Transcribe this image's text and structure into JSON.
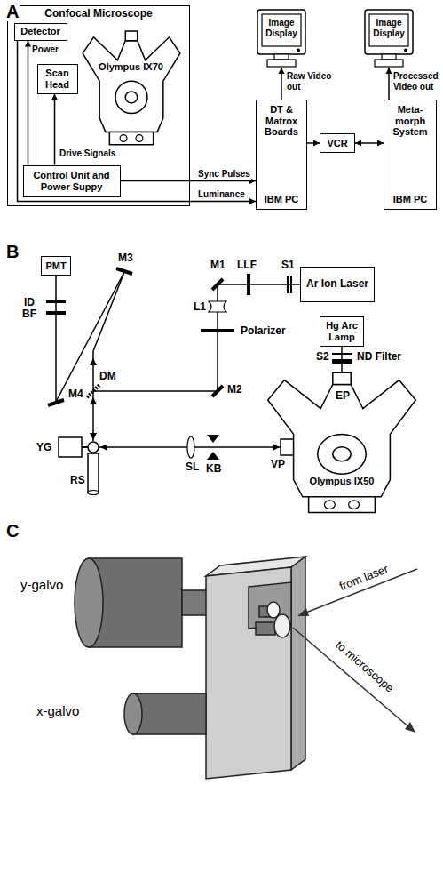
{
  "diagram": {
    "nodes": [
      {
        "text": [
          "Confocal Microscope"
        ]
      },
      {
        "text": [
          "Detector"
        ],
        "in": 0
      },
      {
        "text": [
          "Scan Head"
        ],
        "in": 0
      },
      {
        "text": [
          "Olympus IX70"
        ],
        "in": 0
      },
      {
        "text": [
          "Control Unit and Power Suppy"
        ],
        "in": 0
      },
      {
        "text": [
          "Image Display"
        ]
      },
      {
        "text": [
          "DT & Matrox Boards",
          "IBM PC"
        ]
      },
      {
        "text": [
          "VCR"
        ]
      },
      {
        "text": [
          "Image Display"
        ]
      },
      {
        "text": [
          "Meta- morph System",
          "IBM PC"
        ]
      },
      {
        "text": [
          "PMT"
        ]
      },
      {
        "text": [
          "Ar Ion Laser"
        ]
      },
      {
        "text": [
          "Hg Arc Lamp"
        ]
      },
      {
        "text": [
          "Olympus IX50"
        ]
      }
    ],
    "edges": [
      {
        "from": 4,
        "to": 1,
        "label": "Power",
        "arrow": "to"
      },
      {
        "from": 4,
        "to": 2,
        "label": "Drive Signals",
        "arrow": "to"
      },
      {
        "from": 4,
        "to": 6,
        "label": "Sync Pulses",
        "arrow": "to"
      },
      {
        "from": 1,
        "to": 6,
        "label": "Luminance",
        "arrow": "to"
      },
      {
        "from": 6,
        "to": 5,
        "label": "Raw Video out",
        "arrow": "to"
      },
      {
        "from": 6,
        "to": 7,
        "arrow": "to"
      },
      {
        "from": 7,
        "to": 9,
        "arrow": "both"
      },
      {
        "from": 9,
        "to": 8,
        "label": "Processed Video out",
        "arrow": "to"
      },
      {
        "from": 12,
        "to": 13,
        "arrow": "none"
      }
    ],
    "labels": [
      "A",
      "B",
      "M3",
      "M1",
      "LLF",
      "S1",
      "ID",
      "BF",
      "L1",
      "Polarizer",
      "S2",
      "ND Filter",
      "DM",
      "M2",
      "EP",
      "M4",
      "YG",
      "RS",
      "SL",
      "KB",
      "VP",
      "C",
      "y-galvo",
      "x-galvo",
      "from laser",
      "to microscope"
    ]
  }
}
